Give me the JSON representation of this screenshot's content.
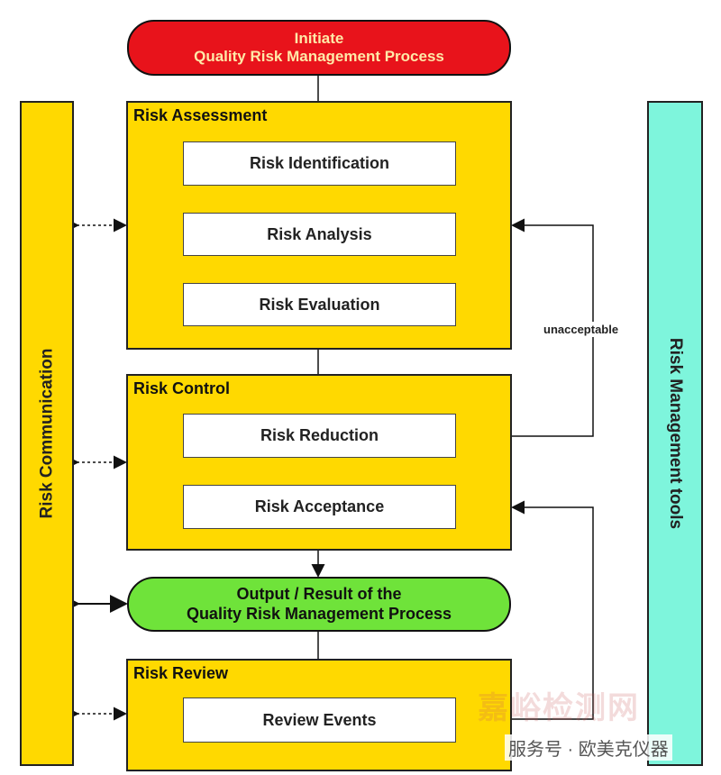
{
  "start": {
    "line1": "Initiate",
    "line2": "Quality Risk Management Process"
  },
  "sections": {
    "assessment": {
      "title": "Risk Assessment",
      "steps": [
        "Risk Identification",
        "Risk Analysis",
        "Risk Evaluation"
      ]
    },
    "control": {
      "title": "Risk Control",
      "steps": [
        "Risk Reduction",
        "Risk Acceptance"
      ]
    },
    "review": {
      "title": "Risk Review",
      "steps": [
        "Review Events"
      ]
    }
  },
  "output": {
    "line1": "Output / Result of the",
    "line2": "Quality Risk Management Process"
  },
  "side": {
    "left": "Risk Communication",
    "right": "Risk Management tools"
  },
  "feedback_label": "unacceptable",
  "watermark": {
    "main": "嘉峪检测网",
    "sub": "服务号 · 欧美克仪器"
  },
  "colors": {
    "start": "#e8131b",
    "section": "#ffd900",
    "output": "#6fe33a",
    "tools": "#7ef5dc"
  }
}
